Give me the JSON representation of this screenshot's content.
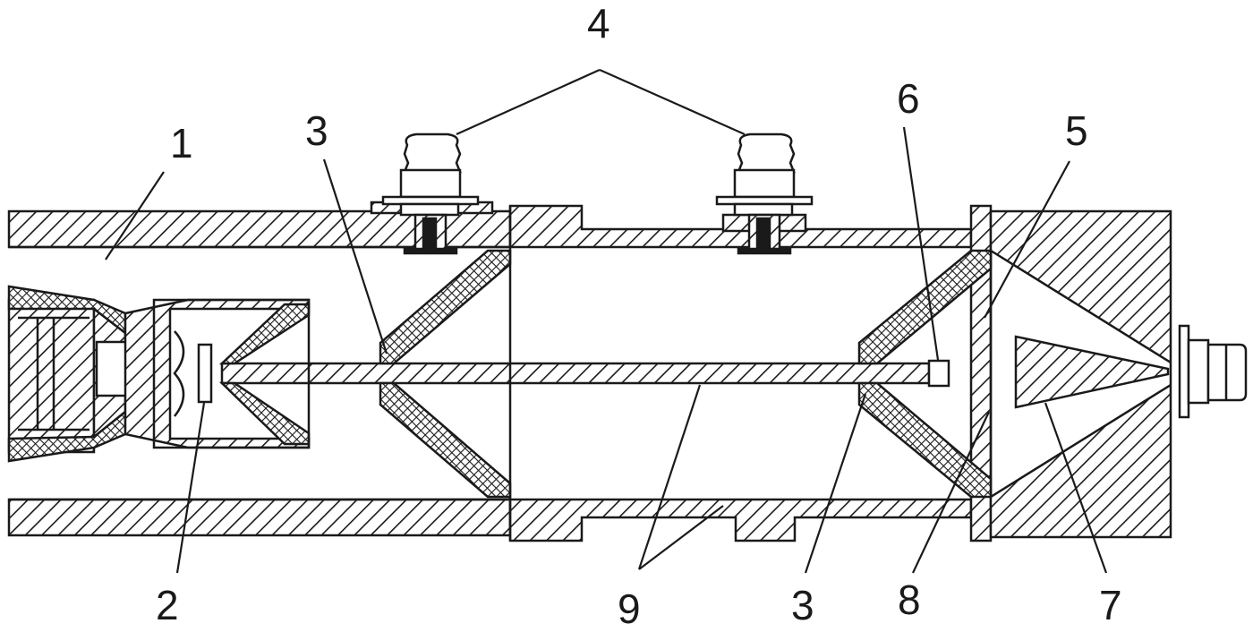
{
  "labels": {
    "l1": "1",
    "l2": "2",
    "l3a": "3",
    "l3b": "3",
    "l4": "4",
    "l5": "5",
    "l6": "6",
    "l7": "7",
    "l8": "8",
    "l9": "9"
  },
  "colors": {
    "stroke": "#1a1a1a",
    "hatch": "#1a1a1a",
    "background": "#ffffff"
  }
}
